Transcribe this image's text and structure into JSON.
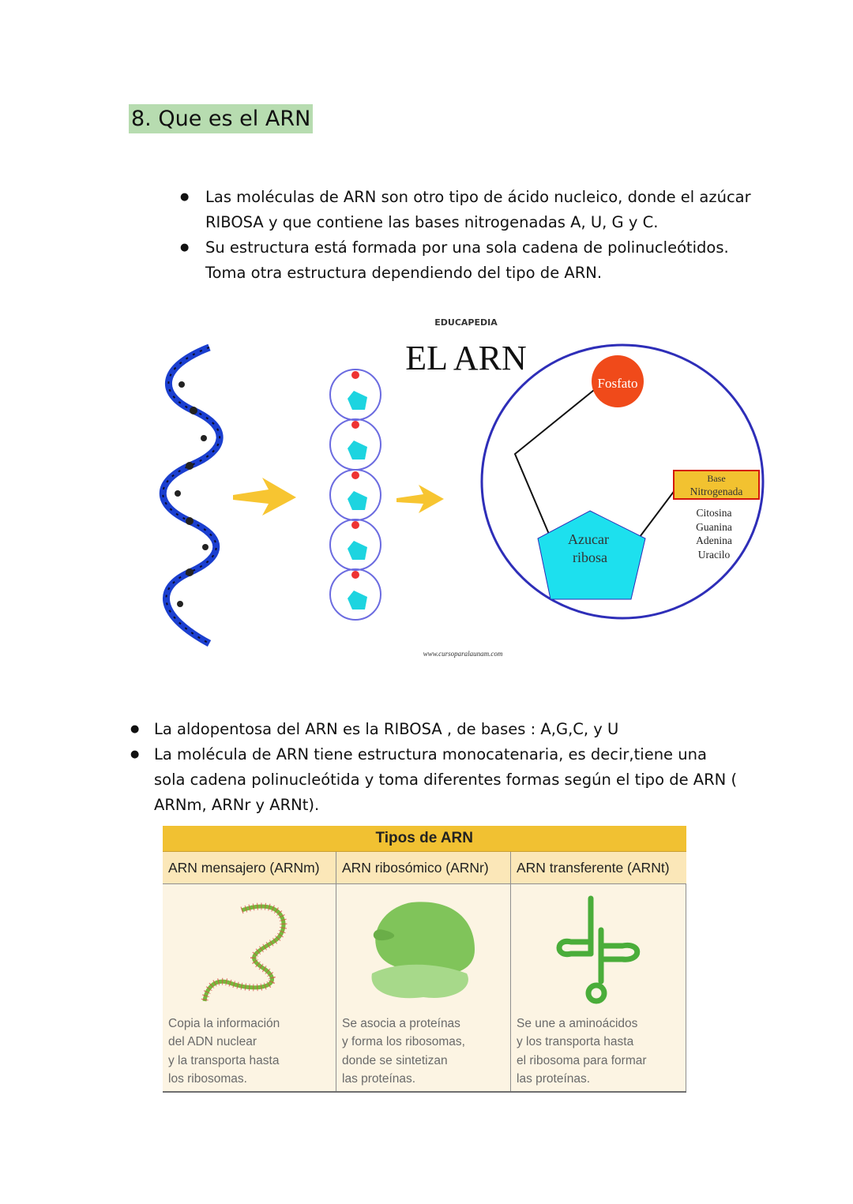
{
  "title": "8. Que es el ARN",
  "intro_bullets": [
    "Las moléculas de ARN son otro tipo de ácido nucleico, donde el azúcar RIBOSA y que contiene las bases nitrogenadas A, U, G y C.",
    "Su estructura está formada por una sola cadena de polinucleótidos. Toma otra estructura dependiendo del tipo de ARN."
  ],
  "figure": {
    "brand": "EDUCAPEDIA",
    "heading": "EL ARN",
    "fosfato_label": "Fosfato",
    "azucar_line1": "Azucar",
    "azucar_line2": "ribosa",
    "base_line1": "Base",
    "base_line2": "Nitrogenada",
    "bases": [
      "Citosina",
      "Guanina",
      "Adenina",
      "Uracilo"
    ],
    "footer_url": "www.cursoparalaunam.com",
    "colors": {
      "circle": "#2e2eb8",
      "fosfato": "#f04a1a",
      "azucar": "#1de0ee",
      "base_box": "#f2c230",
      "arrow": "#f7c531"
    }
  },
  "summary_bullets": [
    "La aldopentosa del ARN es la RIBOSA , de bases : A,G,C, y U",
    "La molécula de ARN tiene estructura monocatenaria, es decir,tiene una sola cadena polinucleótida y toma diferentes formas según el tipo de ARN ( ARNm, ARNr y ARNt)."
  ],
  "table": {
    "header": "Tipos de ARN",
    "columns": [
      {
        "name": "ARN mensajero (ARNm)",
        "description": "Copia la información\ndel ADN nuclear\ny la transporta hasta\nlos ribosomas.",
        "icon": "mrna-strand-icon"
      },
      {
        "name": "ARN ribosómico (ARNr)",
        "description": "Se asocia a proteínas\ny forma los ribosomas,\ndonde se sintetizan\nlas proteínas.",
        "icon": "ribosome-icon"
      },
      {
        "name": "ARN transferente (ARNt)",
        "description": "Se une a aminoácidos\ny los transporta hasta\nel ribosoma para formar\nlas proteínas.",
        "icon": "trna-cloverleaf-icon"
      }
    ]
  }
}
